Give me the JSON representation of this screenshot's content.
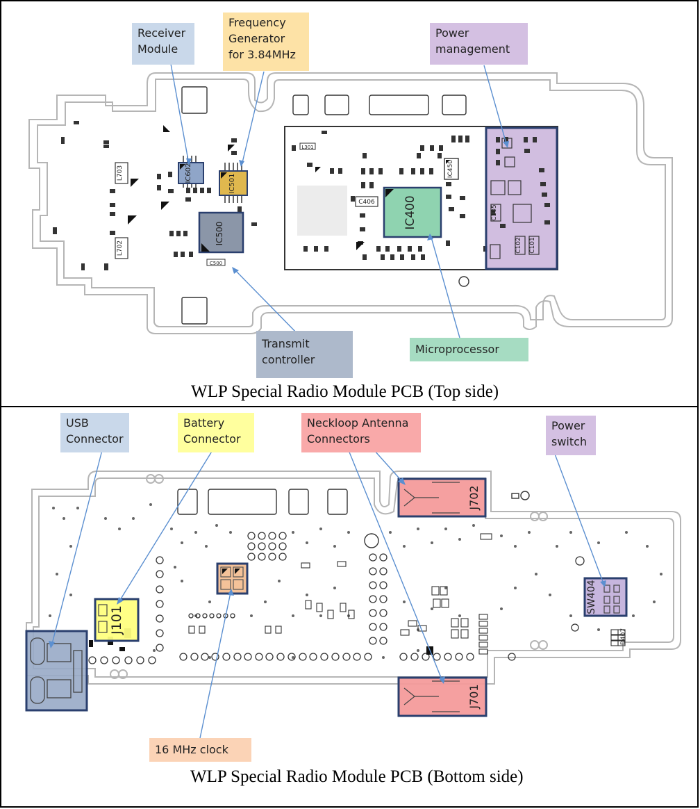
{
  "colors": {
    "blue_box": "#c9d8ea",
    "orange_box": "#fde2a6",
    "purple_box": "#d4c0e2",
    "gray_box": "#adb9cb",
    "green_box": "#a6dcc2",
    "yellow_box": "#ffff9e",
    "red_box": "#f9a9a9",
    "peach_box": "#fbd3b6",
    "leader_line": "#5b8fd0",
    "chip_outline": "#2a3f6e"
  },
  "top": {
    "caption": "WLP Special Radio Module PCB (Top side)",
    "callouts": {
      "receiver": "Receiver\nModule",
      "frequency": "Frequency\nGenerator\nfor 3.84MHz",
      "power_mgmt": "Power\nmanagement",
      "transmit": "Transmit\ncontroller",
      "microprocessor": "Microprocessor"
    },
    "chips": {
      "receiver": "IC602",
      "frequency": "IC501",
      "transmit": "IC500",
      "microprocessor": "IC400",
      "ic450": "IC450",
      "c406": "C406",
      "c105": "C105",
      "c102": "C102",
      "c101": "C101",
      "l703": "L703",
      "l702": "L702",
      "c500": "C500",
      "l301": "L301"
    }
  },
  "bottom": {
    "caption": "WLP Special Radio Module PCB (Bottom side)",
    "callouts": {
      "usb": "USB\nConnector",
      "battery": "Battery\nConnector",
      "neckloop": "Neckloop Antenna\nConnectors",
      "power_switch": "Power\nswitch",
      "clock": "16 MHz clock"
    },
    "chips": {
      "battery": "J101",
      "j702": "J702",
      "j701": "J701",
      "switch": "SW404",
      "d407": "D407"
    }
  }
}
